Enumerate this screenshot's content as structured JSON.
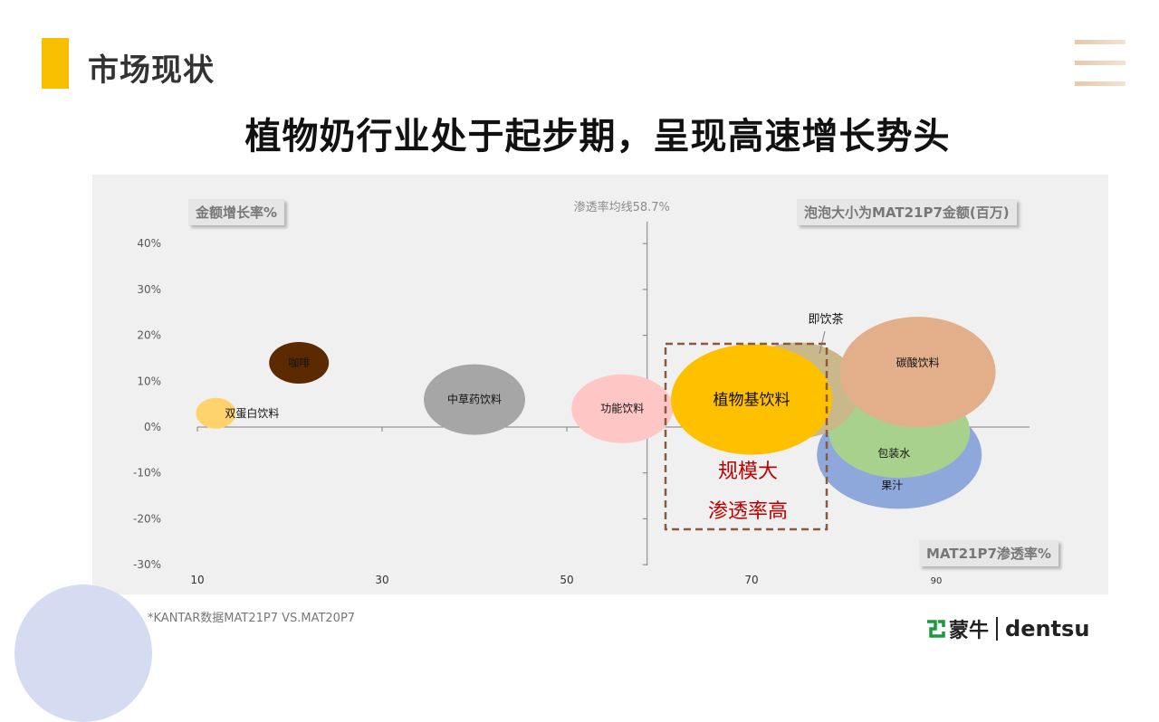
{
  "section_title": "市场现状",
  "headline": "植物奶行业处于起步期，呈现高速增长势头",
  "footnote": "*KANTAR数据MAT21P7 VS.MAT20P7",
  "logo": {
    "cn": "蒙牛",
    "en": "dentsu"
  },
  "colors": {
    "accent": "#F8BE00"
  },
  "chart_data": {
    "type": "bubble",
    "ylabel": "金额增长率%",
    "xlabel": "MAT21P7渗透率%",
    "size_note": "泡泡大小为MAT21P7金额(百万)",
    "reference_line": {
      "label": "渗透率均线58.7%",
      "x": 58.7
    },
    "ylim": [
      -30,
      40
    ],
    "yticks": [
      "40%",
      "30%",
      "20%",
      "10%",
      "0%",
      "-10%",
      "-20%",
      "-30%"
    ],
    "xticks": [
      {
        "v": 10,
        "label": "10"
      },
      {
        "v": 30,
        "label": "30"
      },
      {
        "v": 50,
        "label": "50"
      },
      {
        "v": 70,
        "label": "70"
      },
      {
        "v": 90,
        "label": "90"
      }
    ],
    "series": [
      {
        "name": "双蛋白饮料",
        "x": 12,
        "y": 3,
        "color": "#FFD36B"
      },
      {
        "name": "咖啡",
        "x": 21,
        "y": 14,
        "color": "#5C2A00"
      },
      {
        "name": "中草药饮料",
        "x": 40,
        "y": 6,
        "color": "#A6A6A6"
      },
      {
        "name": "功能饮料",
        "x": 56,
        "y": 4,
        "color": "#FFC6C6"
      },
      {
        "name": "果汁",
        "x": 86,
        "y": -6,
        "color": "#8FA8DC"
      },
      {
        "name": "包装水",
        "x": 86,
        "y": -1,
        "color": "#A9D18E"
      },
      {
        "name": "即饮茶",
        "x": 75,
        "y": 8,
        "color": "#C9B98A"
      },
      {
        "name": "碳酸饮料",
        "x": 88,
        "y": 12,
        "color": "#E2AF8A"
      },
      {
        "name": "植物基饮料",
        "x": 70,
        "y": 6,
        "color": "#FFC000"
      }
    ],
    "annotation": {
      "lines": [
        "规模大",
        "渗透率高"
      ],
      "color": "#C00000"
    }
  }
}
